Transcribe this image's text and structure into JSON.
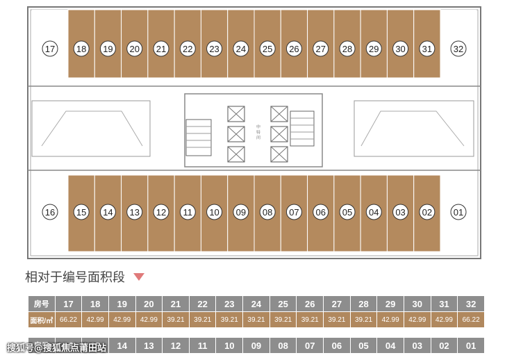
{
  "top_units": [
    "17",
    "18",
    "19",
    "20",
    "21",
    "22",
    "23",
    "24",
    "25",
    "26",
    "27",
    "28",
    "29",
    "30",
    "31",
    "32"
  ],
  "bottom_units": [
    "16",
    "15",
    "14",
    "13",
    "12",
    "11",
    "10",
    "09",
    "08",
    "07",
    "06",
    "05",
    "04",
    "03",
    "02",
    "01"
  ],
  "corridor_label": "中 特 间",
  "colors": {
    "unit_fill": "#b48a5e",
    "wall": "#777777",
    "header": "#8d8d8d",
    "value_row": "#b0885e",
    "accent": "#e07a7a"
  },
  "heading": {
    "text": "相对于编号面积段",
    "icon": "down-triangle-icon"
  },
  "table1": {
    "header_label": "房号",
    "value_label": "面积/㎡",
    "numbers": [
      "17",
      "18",
      "19",
      "20",
      "21",
      "22",
      "23",
      "24",
      "25",
      "26",
      "27",
      "28",
      "29",
      "30",
      "31",
      "32"
    ],
    "areas": [
      "66.22",
      "42.99",
      "42.99",
      "42.99",
      "39.21",
      "39.21",
      "39.21",
      "39.21",
      "39.21",
      "39.21",
      "39.21",
      "39.21",
      "42.99",
      "42.99",
      "42.99",
      "66.22"
    ]
  },
  "table2": {
    "header_label": "房号",
    "numbers": [
      "16",
      "15",
      "14",
      "13",
      "12",
      "11",
      "10",
      "09",
      "08",
      "07",
      "06",
      "05",
      "04",
      "03",
      "02",
      "01"
    ]
  },
  "watermark": "搜狐号@搜狐焦点莆田站"
}
